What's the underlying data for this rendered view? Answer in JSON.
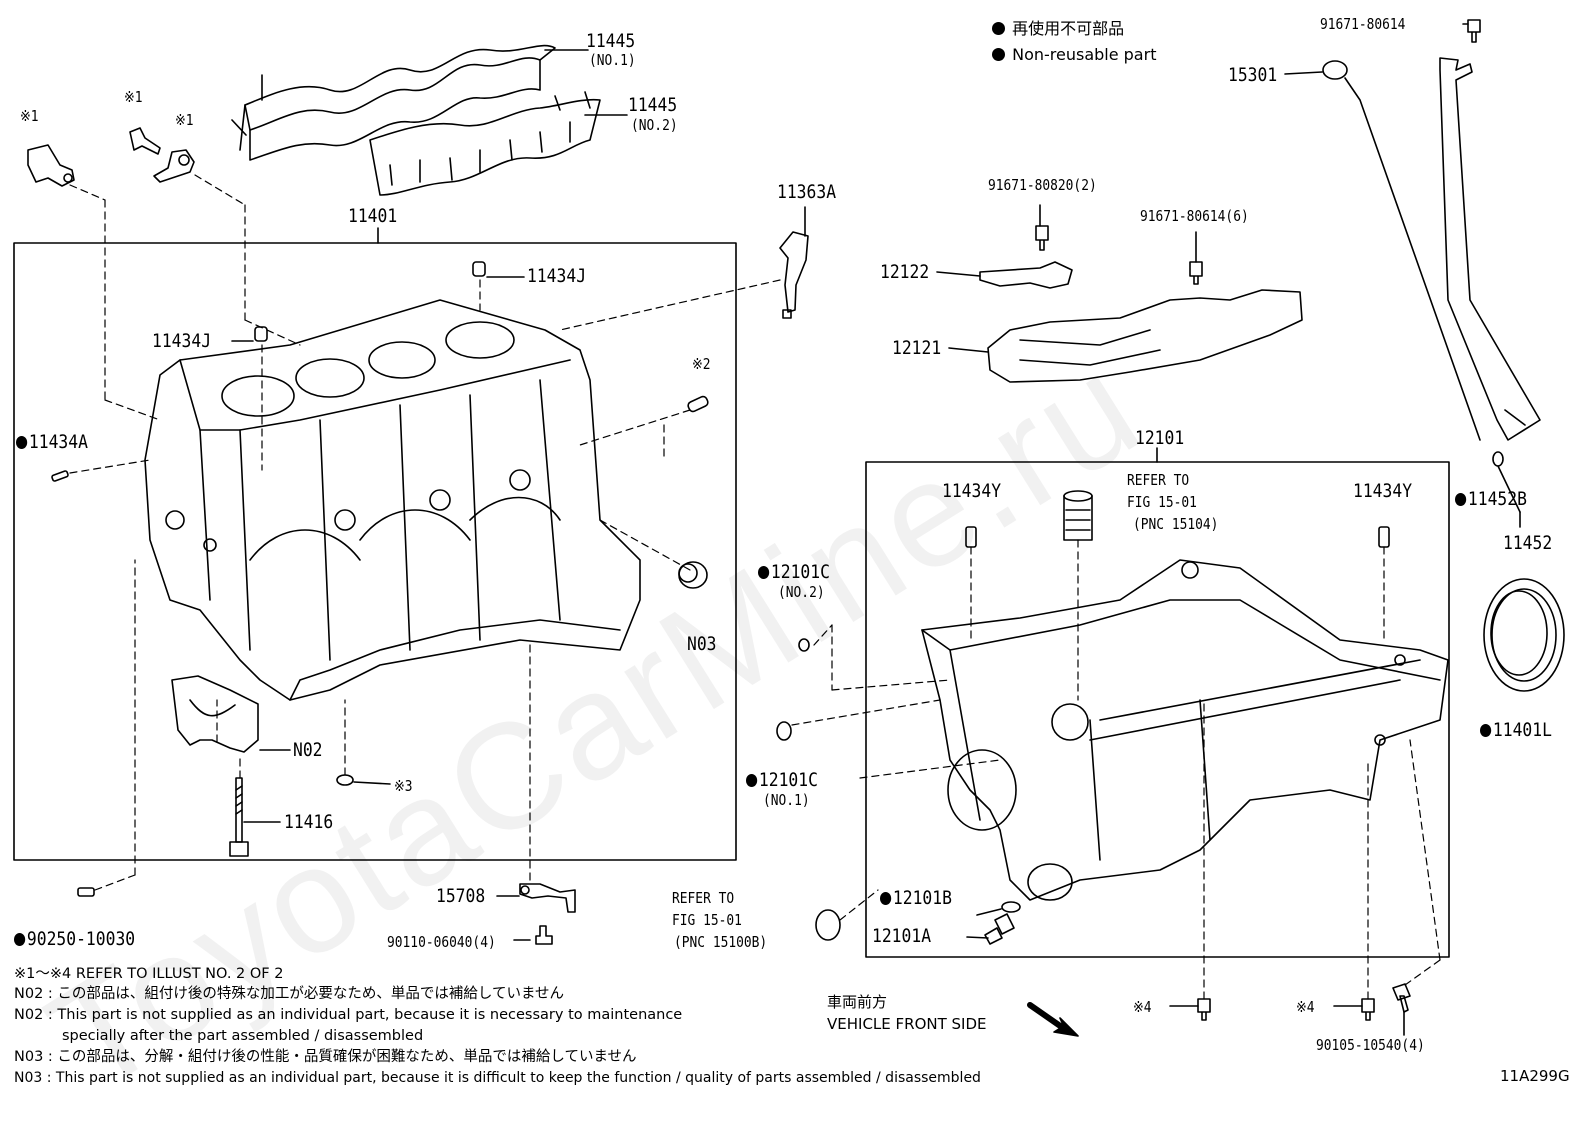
{
  "legend": {
    "jp": "再使用不可部品",
    "en": "Non-reusable part"
  },
  "watermark": "ToyotaCarMine.ru",
  "labels": {
    "p11445_1": "11445",
    "p11445_1_sub": "(NO.1)",
    "p11445_2": "11445",
    "p11445_2_sub": "(NO.2)",
    "ref1_a": "※1",
    "ref1_b": "※1",
    "ref1_c": "※1",
    "p11401": "11401",
    "p11434J_a": "11434J",
    "p11434J_b": "11434J",
    "ref2": "※2",
    "p11434A": "11434A",
    "pN03": "N03",
    "pN02": "N02",
    "ref3": "※3",
    "p11416": "11416",
    "p90250": "90250-10030",
    "p15708": "15708",
    "p90110": "90110-06040(4)",
    "p11363A": "11363A",
    "p91671_80820": "91671-80820(2)",
    "p12122": "12122",
    "p91671_80614_6": "91671-80614(6)",
    "p12121": "12121",
    "p91671_80614": "91671-80614",
    "p15301": "15301",
    "p12101": "12101",
    "ref_fig_a1": "REFER TO",
    "ref_fig_a2": "FIG 15-01",
    "ref_fig_a3": "(PNC 15104)",
    "p11434Y_a": "11434Y",
    "p11434Y_b": "11434Y",
    "p11452B": "11452B",
    "p11452": "11452",
    "p12101C_2": "12101C",
    "p12101C_2_sub": "(NO.2)",
    "p12101C_1": "12101C",
    "p12101C_1_sub": "(NO.1)",
    "p11401L": "11401L",
    "ref_fig_b1": "REFER TO",
    "ref_fig_b2": "FIG 15-01",
    "ref_fig_b3": "(PNC 15100B)",
    "p12101B": "12101B",
    "p12101A": "12101A",
    "ref4_a": "※4",
    "ref4_b": "※4",
    "p90105": "90105-10540(4)",
    "front_jp": "車両前方",
    "front_en": "VEHICLE FRONT SIDE",
    "illust_code": "11A299G"
  },
  "notes": [
    "※1～※4  REFER TO ILLUST NO. 2 OF 2",
    "N02 : この部品は、組付け後の特殊な加工が必要なため、単品では補給していません",
    "N02 : This part is not supplied as an individual part, because it is necessary to maintenance",
    "specially after the part assembled / disassembled",
    "N03 : この部品は、分解・組付け後の性能・品質確保が困難なため、単品では補給していません",
    "N03 : This part is not supplied as an individual part, because it is difficult to keep the function / quality of parts  assembled / disassembled"
  ]
}
